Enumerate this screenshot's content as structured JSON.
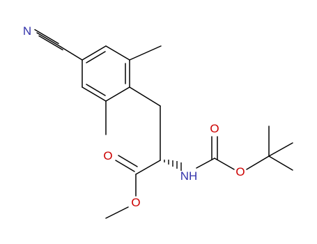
{
  "molecule": {
    "atoms": {
      "nitrile_n": {
        "text": "N",
        "color": "#3333aa"
      },
      "carbonyl_o_ester": {
        "text": "O",
        "color": "#cc0000"
      },
      "ether_o_ester": {
        "text": "O",
        "color": "#cc0000"
      },
      "amide_n": {
        "text": "NH",
        "color": "#3333aa"
      },
      "carbonyl_o_boc": {
        "text": "O",
        "color": "#cc0000"
      },
      "ether_o_boc": {
        "text": "O",
        "color": "#cc0000"
      }
    },
    "colors": {
      "bond": "#000000",
      "nitrogen": "#3333aa",
      "oxygen": "#cc0000"
    }
  }
}
